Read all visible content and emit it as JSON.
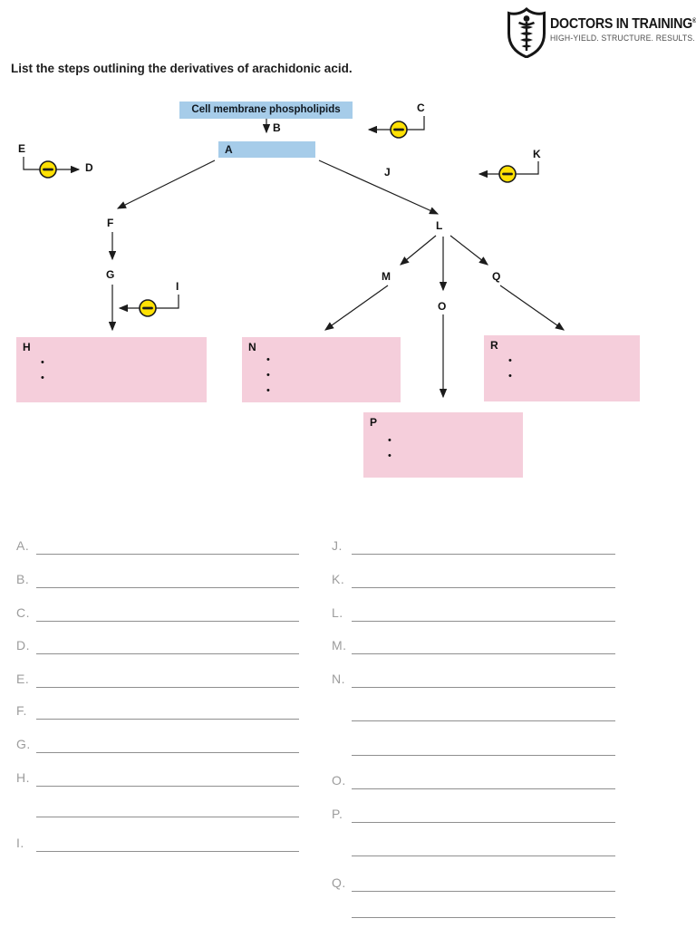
{
  "header": {
    "logo": {
      "brand": "DOCTORS IN TRAINING",
      "registered": "®",
      "tagline": "HIGH-YIELD. STRUCTURE. RESULTS."
    },
    "title": "List the steps outlining the derivatives of arachidonic acid."
  },
  "icons": {
    "inhibition_minus": "−",
    "bullet": "•"
  },
  "diagram": {
    "root_box": "Cell membrane phospholipids",
    "labels": {
      "a": "A",
      "b": "B",
      "c": "C",
      "d": "D",
      "e": "E",
      "f": "F",
      "g": "G",
      "h": "H",
      "i": "I",
      "j": "J",
      "k": "K",
      "l": "L",
      "m": "M",
      "n": "N",
      "o": "O",
      "p": "P",
      "q": "Q",
      "r": "R"
    },
    "colors": {
      "box_blue": "#a6cce9",
      "box_pink": "#f5cedb",
      "inhibitor_yellow": "#ffe104"
    }
  },
  "answer_list": {
    "left": [
      "A.",
      "B.",
      "C.",
      "D.",
      "E.",
      "F.",
      "G.",
      "H.",
      "",
      "I."
    ],
    "right": [
      "J.",
      "K.",
      "L.",
      "M.",
      "N.",
      "",
      "",
      "O.",
      "P.",
      "",
      "Q.",
      ""
    ]
  }
}
